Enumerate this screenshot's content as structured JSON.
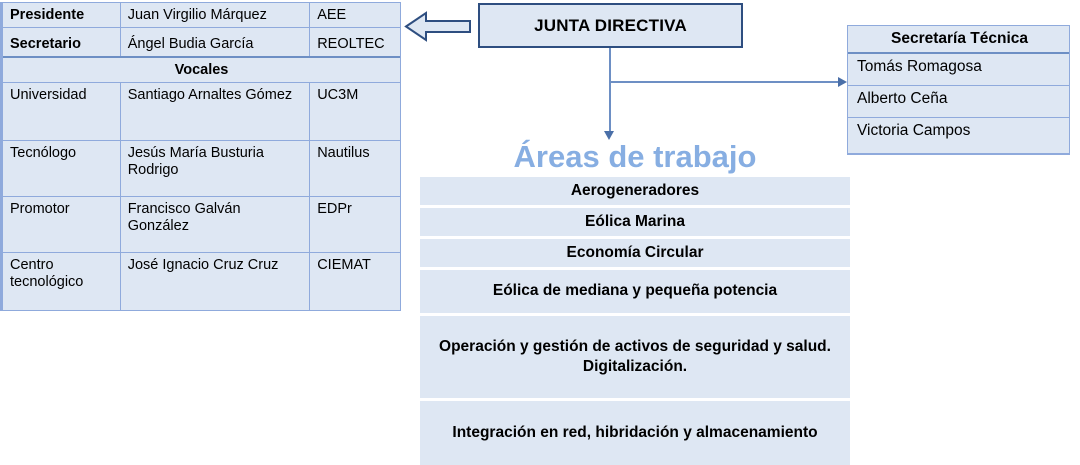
{
  "junta": {
    "title": "JUNTA DIRECTIVA",
    "arrow_left_icon": "block-arrow-left-icon",
    "arrow_down_icon": "arrow-down-icon",
    "arrow_right_icon": "arrow-right-icon",
    "colors": {
      "box_border": "#2E4E80",
      "box_fill": "#DEE7F3",
      "connector": "#6D8FC4"
    }
  },
  "composition_table": {
    "section_label": "Vocales",
    "rows": [
      {
        "role": "Presidente",
        "name": "Juan Virgilio Márquez",
        "org": "AEE"
      },
      {
        "role": "Secretario",
        "name": "Ángel Budia García",
        "org": "REOLTEC"
      },
      {
        "role": "Universidad",
        "name": " Santiago Arnaltes Gómez",
        "org": "UC3M"
      },
      {
        "role": "Tecnólogo",
        "name": "Jesús María Busturia Rodrigo",
        "org": "Nautilus"
      },
      {
        "role": "Promotor",
        "name": "Francisco Galván González",
        "org": "EDPr"
      },
      {
        "role": "Centro tecnológico",
        "name": "José Ignacio Cruz Cruz",
        "org": "CIEMAT"
      }
    ]
  },
  "secretaria_tecnica": {
    "header": "Secretaría Técnica",
    "members": [
      "Tomás Romagosa",
      "Alberto Ceña",
      "Victoria Campos"
    ]
  },
  "areas_de_trabajo": {
    "title": "Áreas de trabajo",
    "title_color": "#87AEE2",
    "items": [
      {
        "label": "Aerogeneradores",
        "height": 28
      },
      {
        "label": "Eólica Marina",
        "height": 28
      },
      {
        "label": "Economía Circular",
        "height": 28
      },
      {
        "label": "Eólica de mediana y pequeña potencia",
        "height": 43
      },
      {
        "label": "Operación y gestión de activos de seguridad y salud. Digitalización.",
        "height": 82
      },
      {
        "label": "Integración en red, hibridación y almacenamiento",
        "height": 64
      }
    ]
  }
}
